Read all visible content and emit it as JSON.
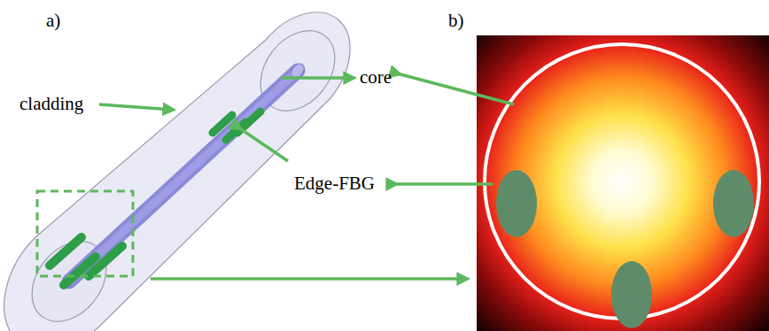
{
  "diagram": {
    "labels": [
      "a)",
      "b)",
      "cladding",
      "core",
      "Edge-FBG"
    ]
  }
}
